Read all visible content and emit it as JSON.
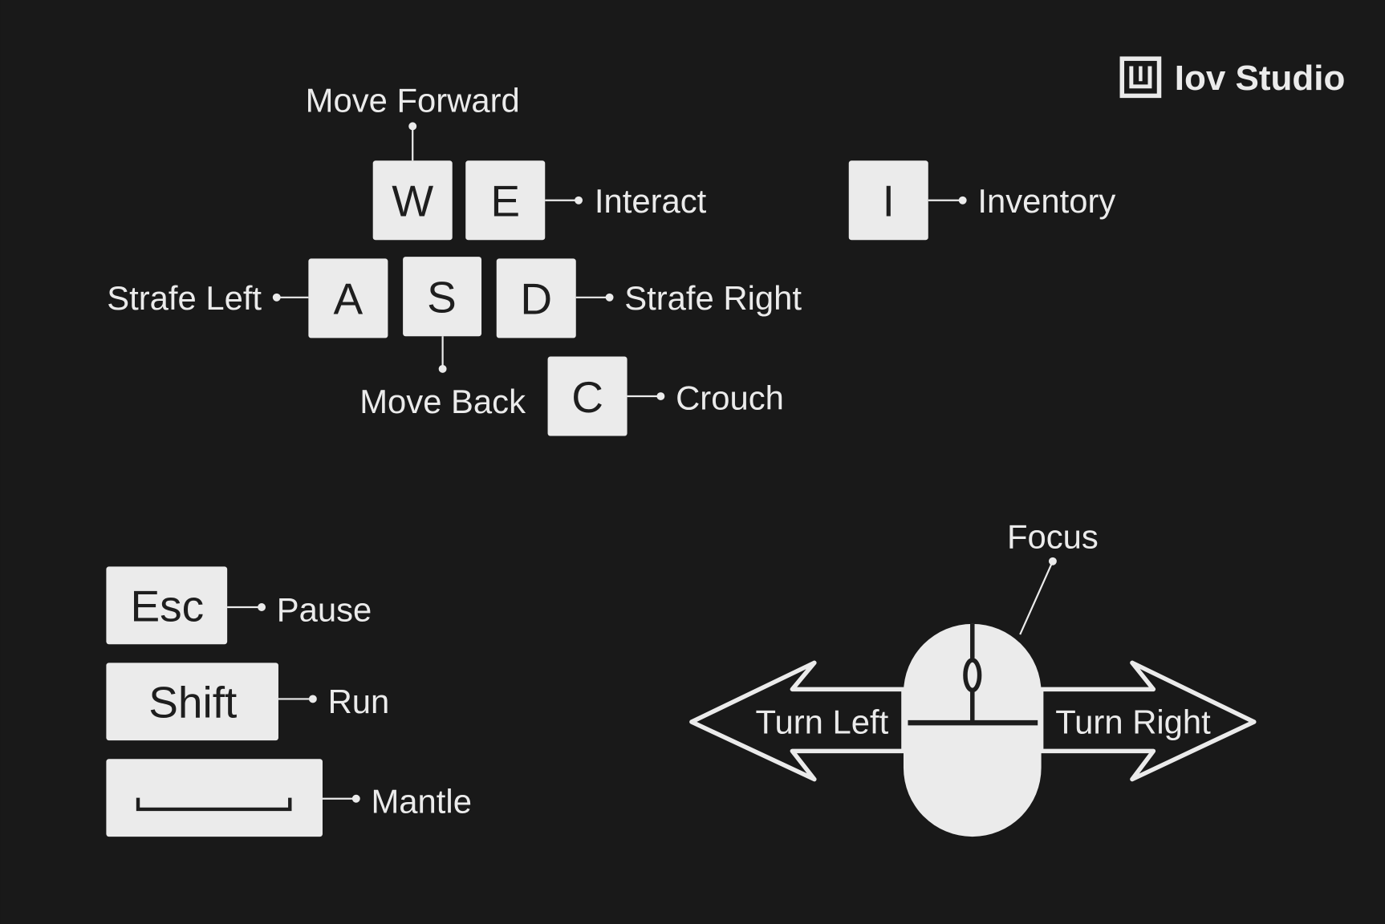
{
  "brand": {
    "name": "Iov Studio",
    "logo_icon": "bracket-u-logo"
  },
  "colors": {
    "background": "#191919",
    "key": "#ebebeb",
    "key_text": "#1e1e1e"
  },
  "keys": {
    "w": {
      "key": "W",
      "action": "Move Forward"
    },
    "e": {
      "key": "E",
      "action": "Interact"
    },
    "i": {
      "key": "I",
      "action": "Inventory"
    },
    "a": {
      "key": "A",
      "action": "Strafe Left"
    },
    "s": {
      "key": "S",
      "action": "Move Back"
    },
    "d": {
      "key": "D",
      "action": "Strafe Right"
    },
    "c": {
      "key": "C",
      "action": "Crouch"
    },
    "esc": {
      "key": "Esc",
      "action": "Pause"
    },
    "shift": {
      "key": "Shift",
      "action": "Run"
    },
    "space": {
      "key": "space-bar-icon",
      "action": "Mantle"
    }
  },
  "mouse": {
    "wheel_action": "Focus",
    "left_action": "Turn Left",
    "right_action": "Turn Right"
  }
}
